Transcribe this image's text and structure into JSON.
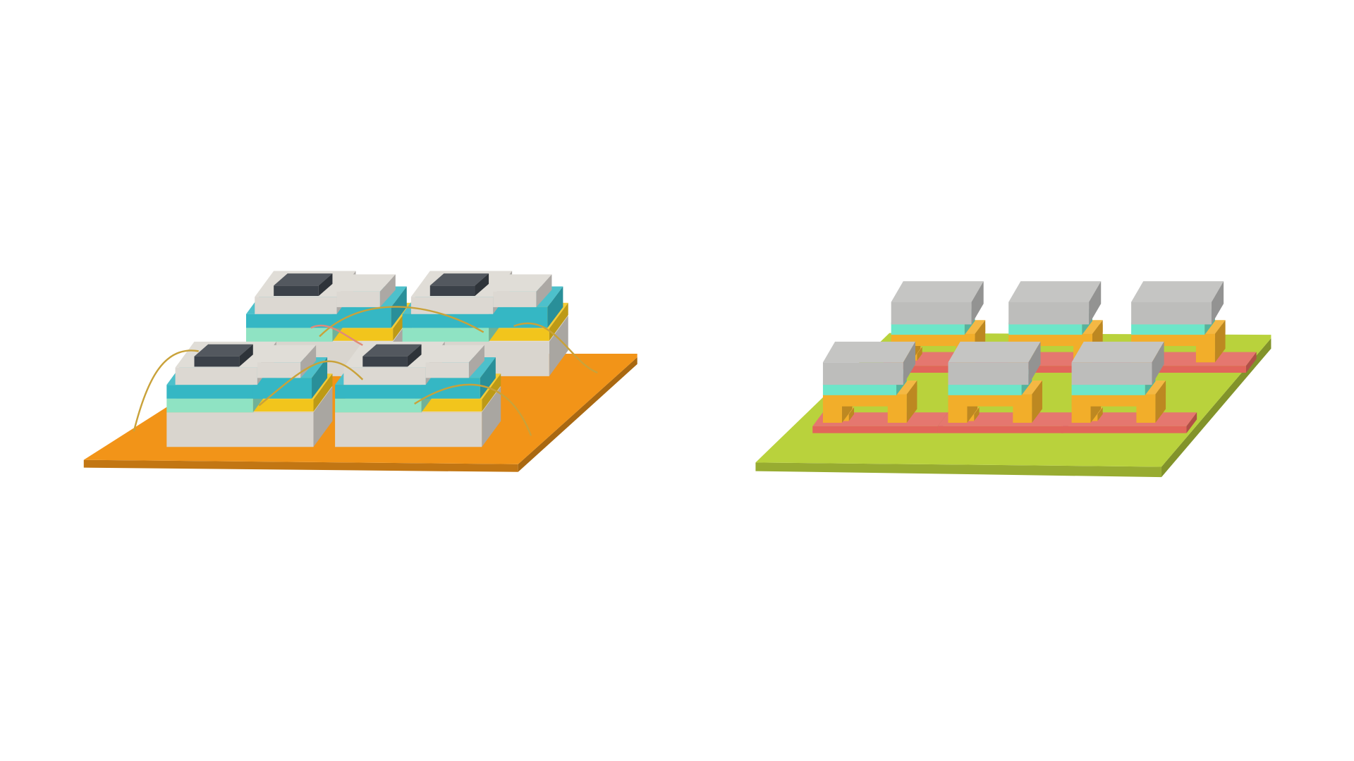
{
  "illustration": {
    "left_package": {
      "style": "wire-bonded chips on substrate",
      "chip_count": 4,
      "colors": {
        "board": "#F29418",
        "base": "#D9D5CE",
        "yellow": "#F2C51C",
        "teal": "#35B7C4",
        "mint": "#8FE3C3",
        "cap": "#DCD8D2",
        "die": "#3B4149",
        "wire": "#C9A23A"
      }
    },
    "right_package": {
      "style": "flip-chip modules on substrate",
      "chip_count": 6,
      "colors": {
        "board": "#B9D23C",
        "block": "#BDBDBB",
        "teal": "#6DE6C9",
        "legs": "#F2AE2A",
        "pad": "#E2655B"
      }
    }
  }
}
